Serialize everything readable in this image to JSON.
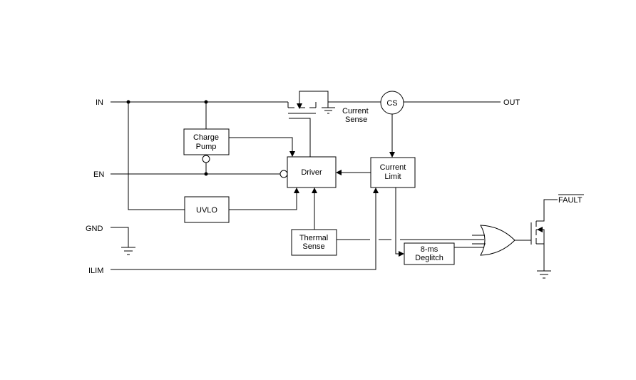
{
  "pins": {
    "in": "IN",
    "en": "EN",
    "gnd": "GND",
    "ilim": "ILIM",
    "out": "OUT",
    "fault": "FAULT"
  },
  "blocks": {
    "charge_pump": [
      "Charge",
      "Pump"
    ],
    "uvlo": "UVLO",
    "driver": "Driver",
    "current_limit": [
      "Current",
      "Limit"
    ],
    "thermal_sense": [
      "Thermal",
      "Sense"
    ],
    "deglitch": [
      "8-ms",
      "Deglitch"
    ],
    "cs": "CS",
    "current_sense": [
      "Current",
      "Sense"
    ]
  }
}
